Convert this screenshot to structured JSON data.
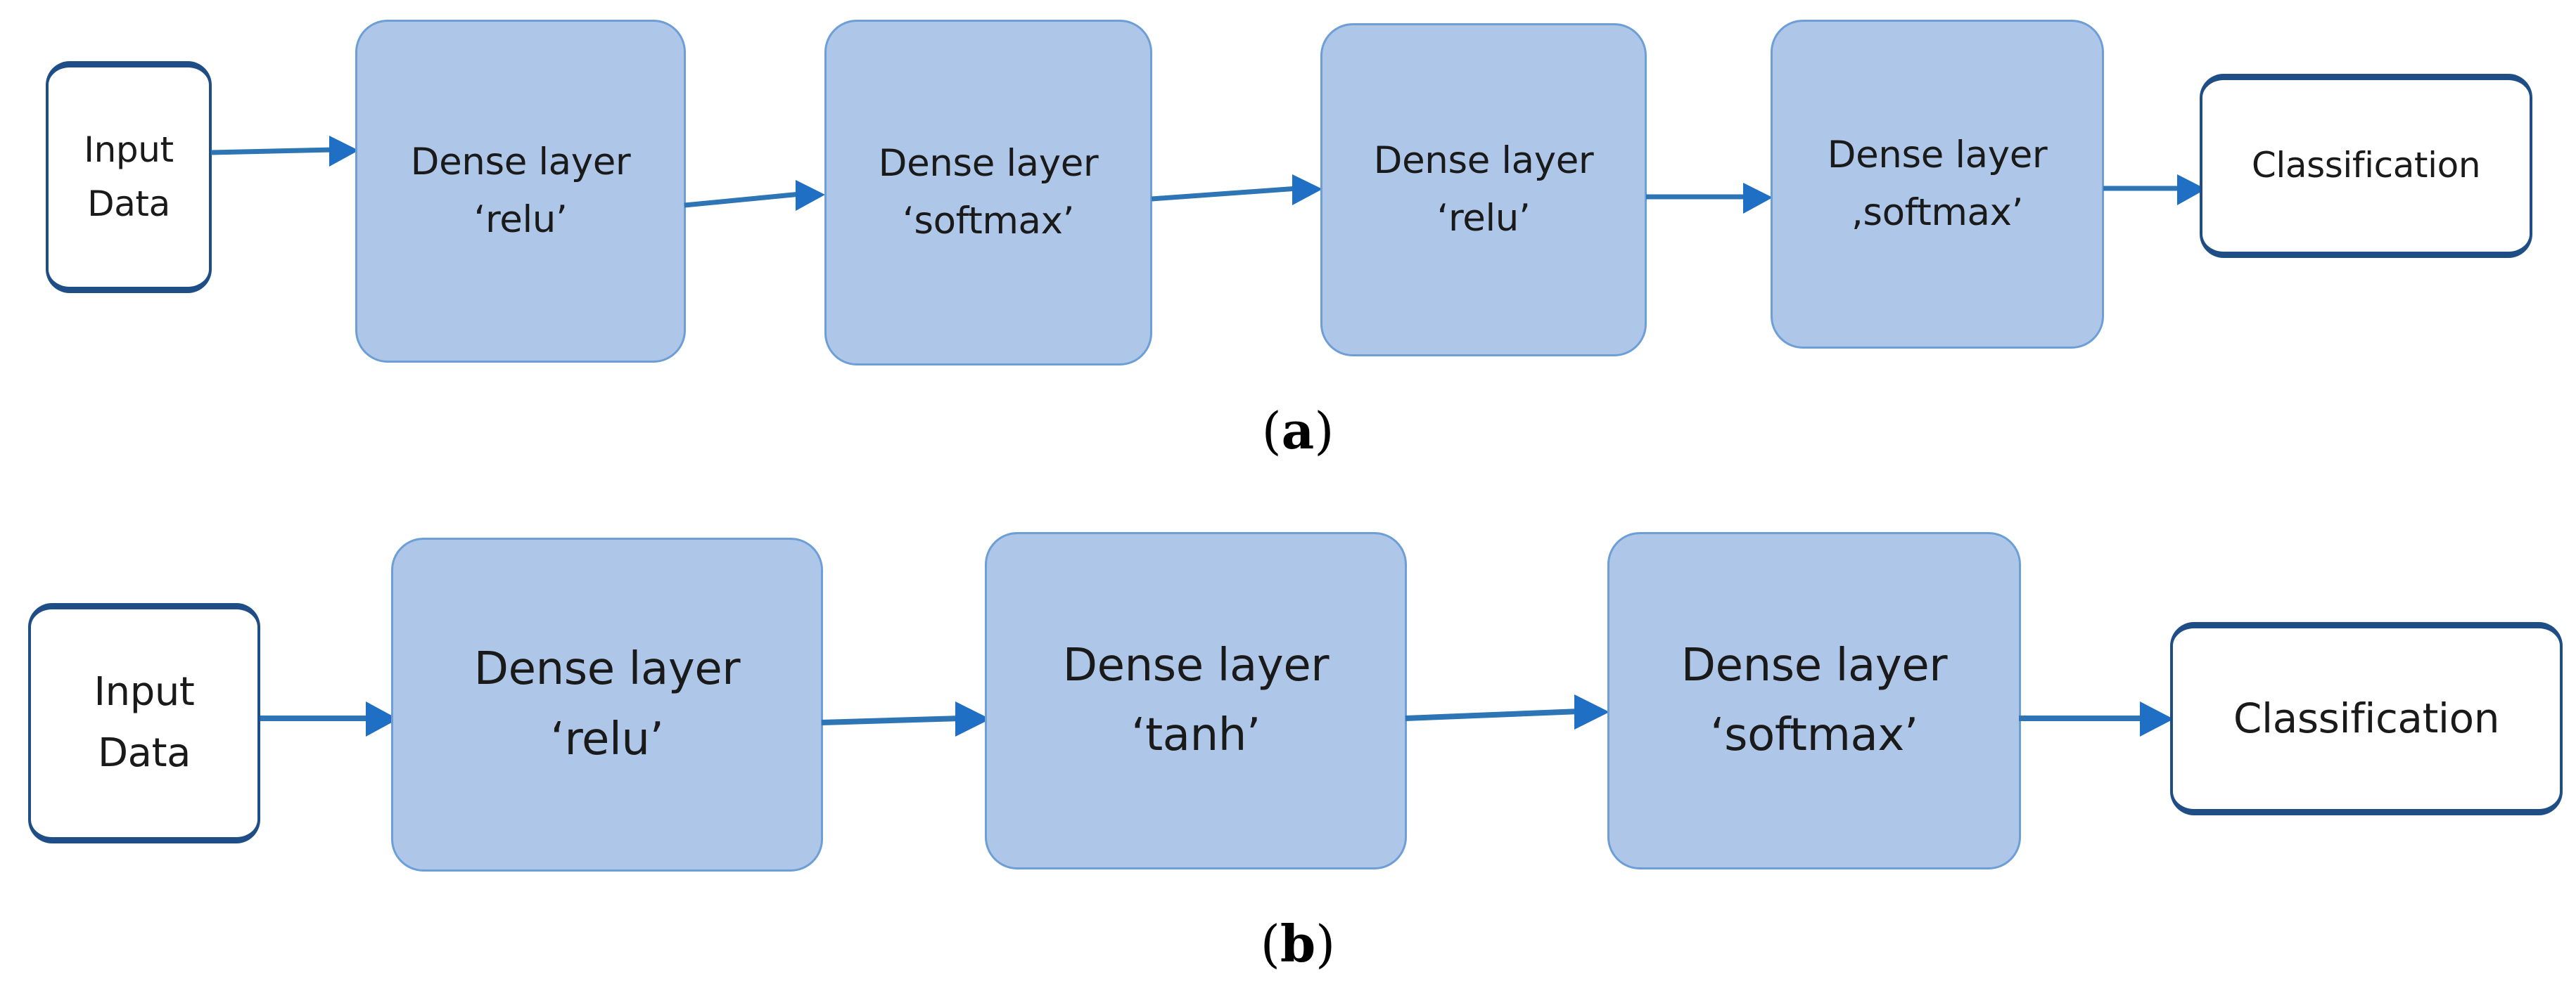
{
  "figure": {
    "background_color": "#ffffff",
    "accent_blue": "#2e75b6",
    "dense_fill": "#aec6e8",
    "dense_border": "#6d9ed6",
    "terminal_border": "#1f4e87",
    "text_color": "#1a1a1a"
  },
  "subfigures": [
    {
      "caption_paren_open": "(",
      "caption_letter": "a",
      "caption_paren_close": ")",
      "nodes": [
        {
          "kind": "terminal",
          "line1": "Input",
          "line2": "Data"
        },
        {
          "kind": "dense",
          "line1": "Dense layer",
          "line2": "‘relu’"
        },
        {
          "kind": "dense",
          "line1": "Dense layer",
          "line2": "‘softmax’"
        },
        {
          "kind": "dense",
          "line1": "Dense layer",
          "line2": "‘relu’"
        },
        {
          "kind": "dense",
          "line1": "Dense layer",
          "line2": ",softmax’"
        },
        {
          "kind": "terminal",
          "line1": "Classification",
          "line2": ""
        }
      ]
    },
    {
      "caption_paren_open": "(",
      "caption_letter": "b",
      "caption_paren_close": ")",
      "nodes": [
        {
          "kind": "terminal",
          "line1": "Input",
          "line2": "Data"
        },
        {
          "kind": "dense",
          "line1": "Dense layer",
          "line2": "‘relu’"
        },
        {
          "kind": "dense",
          "line1": "Dense layer",
          "line2": "‘tanh’"
        },
        {
          "kind": "dense",
          "line1": "Dense layer",
          "line2": "‘softmax’"
        },
        {
          "kind": "terminal",
          "line1": "Classification",
          "line2": ""
        }
      ]
    }
  ]
}
